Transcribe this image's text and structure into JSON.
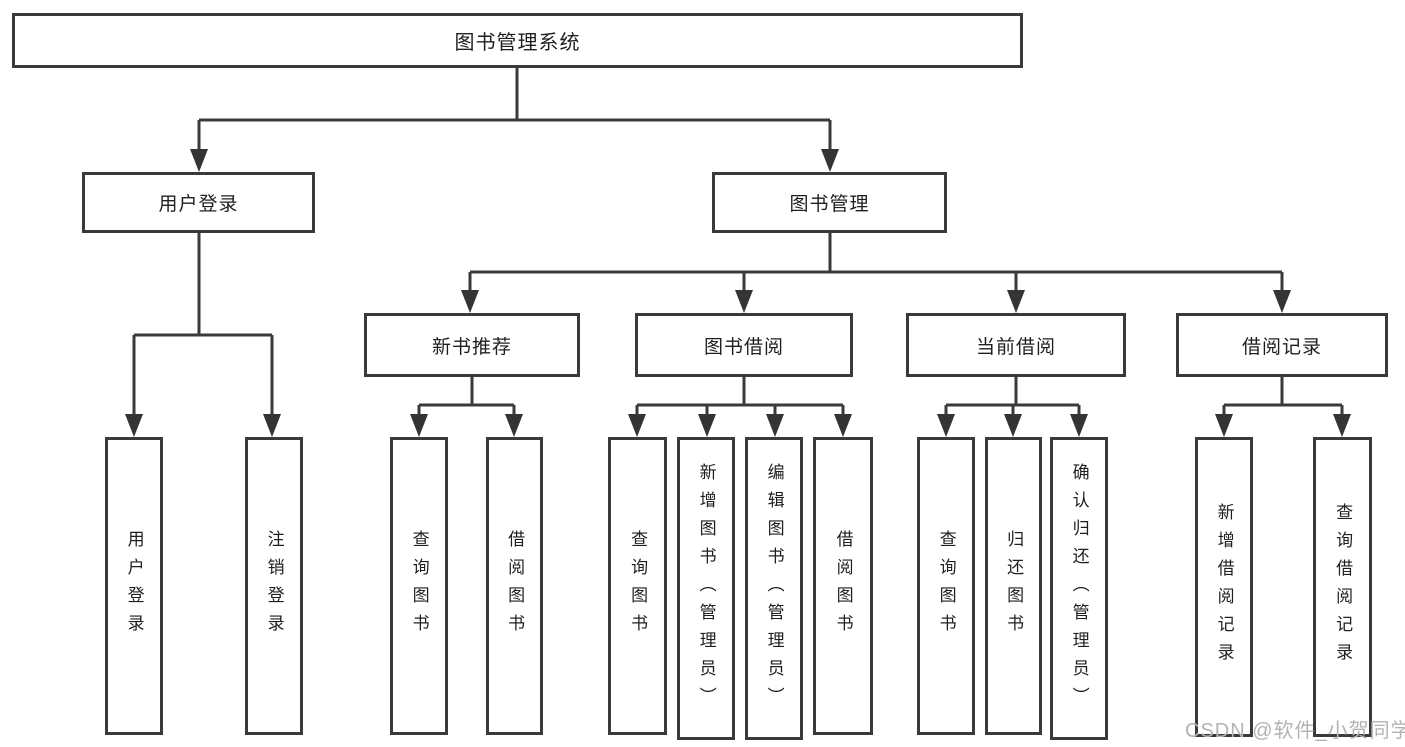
{
  "diagram": {
    "type": "hierarchy-tree",
    "tree": {
      "label": "图书管理系统",
      "children": [
        {
          "label": "用户登录",
          "children": [
            {
              "label": "用户登录"
            },
            {
              "label": "注销登录"
            }
          ]
        },
        {
          "label": "图书管理",
          "children": [
            {
              "label": "新书推荐",
              "children": [
                {
                  "label": "查询图书"
                },
                {
                  "label": "借阅图书"
                }
              ]
            },
            {
              "label": "图书借阅",
              "children": [
                {
                  "label": "查询图书"
                },
                {
                  "label": "新增图书（管理员）"
                },
                {
                  "label": "编辑图书（管理员）"
                },
                {
                  "label": "借阅图书"
                }
              ]
            },
            {
              "label": "当前借阅",
              "children": [
                {
                  "label": "查询图书"
                },
                {
                  "label": "归还图书"
                },
                {
                  "label": "确认归还（管理员）"
                }
              ]
            },
            {
              "label": "借阅记录",
              "children": [
                {
                  "label": "新增借阅记录"
                },
                {
                  "label": "查询借阅记录"
                }
              ]
            }
          ]
        }
      ]
    },
    "colors": {
      "line": "#3a3a3a",
      "box_border": "#3a3a3a",
      "text": "#1f1f1f",
      "watermark": "#b3b3b3",
      "background": "#ffffff"
    }
  },
  "watermark": "CSDN @软件_小贺同学"
}
